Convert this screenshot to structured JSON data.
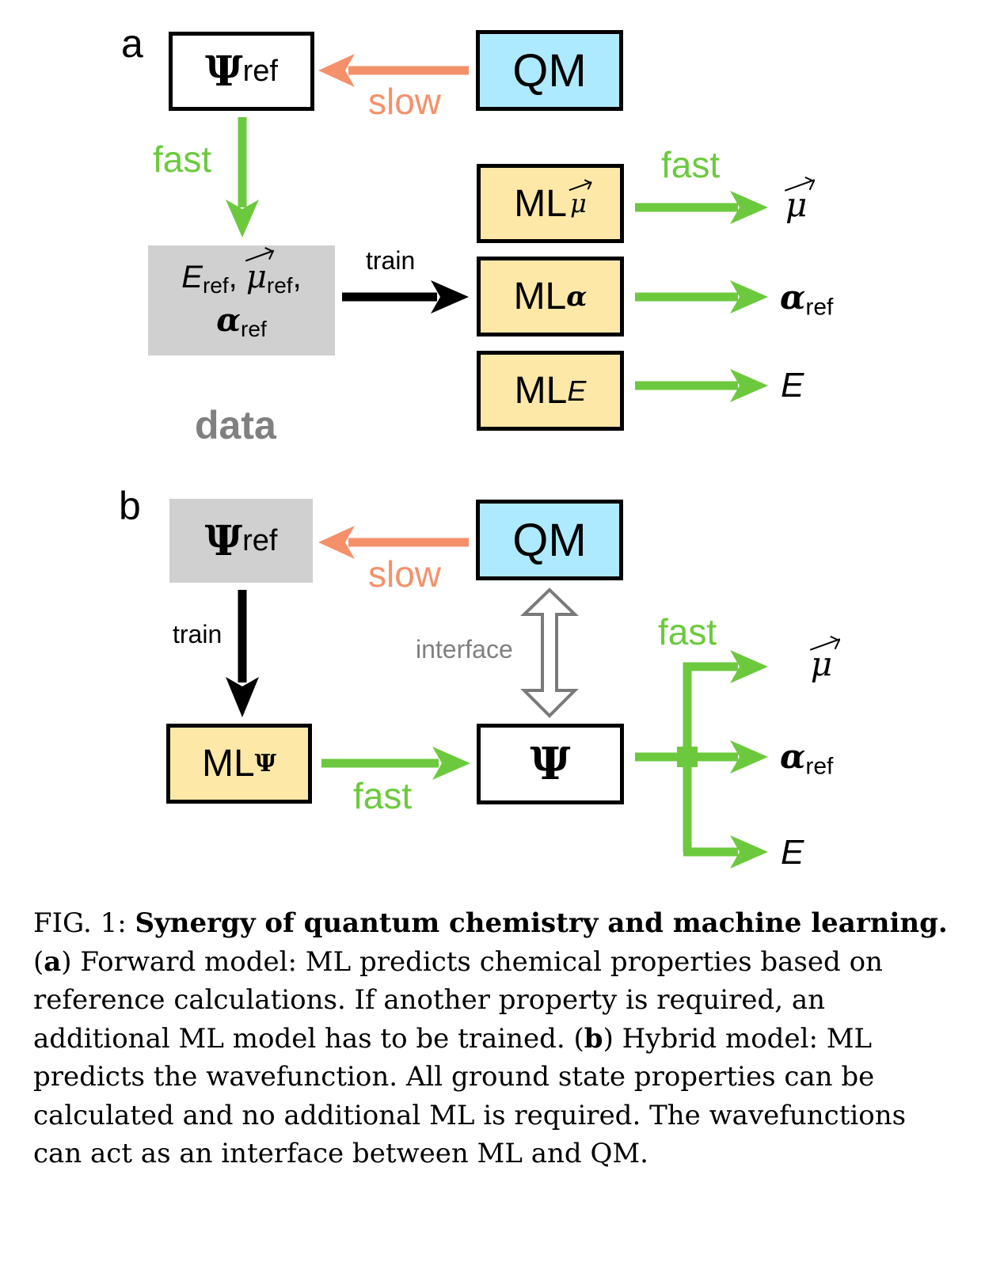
{
  "panel_a": {
    "label": "a",
    "psi_box": {
      "symbol": "Ψ",
      "sub": "ref"
    },
    "qm_box": {
      "label": "QM"
    },
    "slow_label": "slow",
    "fast_left_label": "fast",
    "data_box": {
      "e": "E",
      "e_sub": "ref",
      "comma1": ",",
      "mu": "μ",
      "mu_sub": "ref",
      "comma2": ",",
      "alpha": "α",
      "alpha_sub": "ref"
    },
    "data_label": "data",
    "train_label": "train",
    "ml_mu": {
      "ml": "ML",
      "sup": "μ"
    },
    "ml_alpha": {
      "ml": "ML",
      "sup": "α"
    },
    "ml_e": {
      "ml": "ML",
      "sup": "E"
    },
    "fast_right_label": "fast",
    "out_mu": "μ",
    "out_alpha": "α",
    "out_alpha_sub": "ref",
    "out_e": "E"
  },
  "panel_b": {
    "label": "b",
    "psi_box": {
      "symbol": "Ψ",
      "sub": "ref"
    },
    "qm_box": {
      "label": "QM"
    },
    "slow_label": "slow",
    "train_label": "train",
    "interface_label": "interface",
    "ml_psi": {
      "ml": "ML",
      "sup": "Ψ"
    },
    "fast_mid_label": "fast",
    "psi_center": "Ψ",
    "fast_right_label": "fast",
    "out_mu": "μ",
    "out_alpha": "α",
    "out_alpha_sub": "ref",
    "out_e": "E"
  },
  "caption": {
    "fig": "FIG. 1: ",
    "title": "Synergy of quantum chemistry and machine learning.",
    "open_a": " (",
    "a": "a",
    "text_a": ") Forward model: ML predicts chemical properties based on reference calculations. If another property is required, an additional ML model has to be trained. (",
    "b": "b",
    "text_b": ") Hybrid model: ML predicts the wavefunction. All ground state properties can be calculated and no additional ML is required. The wavefunctions can act as an interface between ML and QM."
  },
  "colors": {
    "green": "#6cc93e",
    "salmon": "#f4916a",
    "blue": "#aeeaff",
    "yellow": "#fde8a8",
    "gray": "#d0d0d0"
  }
}
